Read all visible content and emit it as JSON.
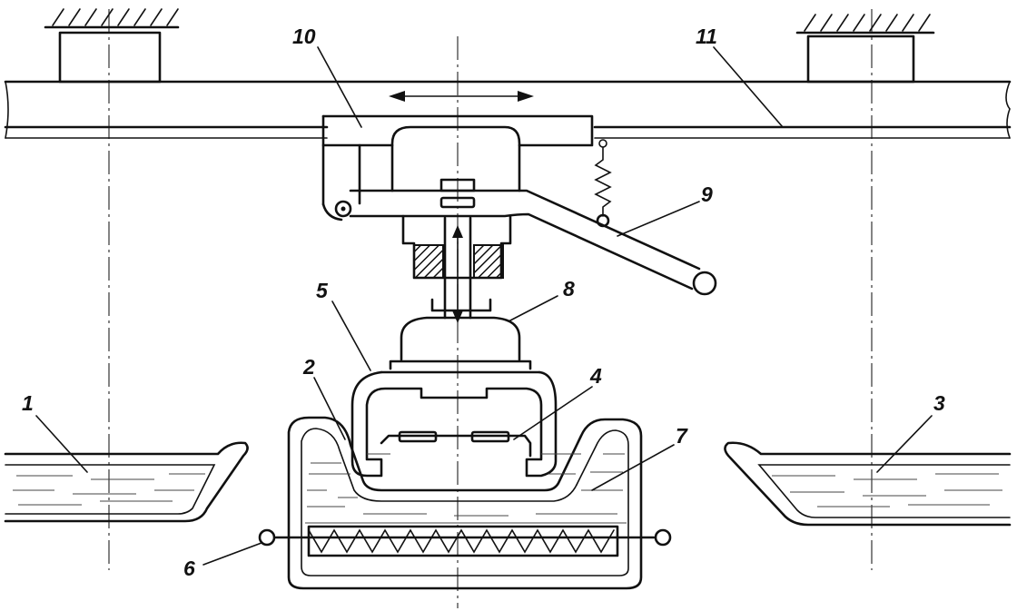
{
  "labels": {
    "bath_left": "1",
    "bath_center": "2",
    "bath_right": "3",
    "part": "4",
    "gripper": "5",
    "heater": "6",
    "solution": "7",
    "hoist": "8",
    "lever": "9",
    "carriage": "10",
    "rail": "11"
  },
  "colors": {
    "ink": "#111111",
    "hatch": "#111111",
    "background": "#ffffff"
  }
}
